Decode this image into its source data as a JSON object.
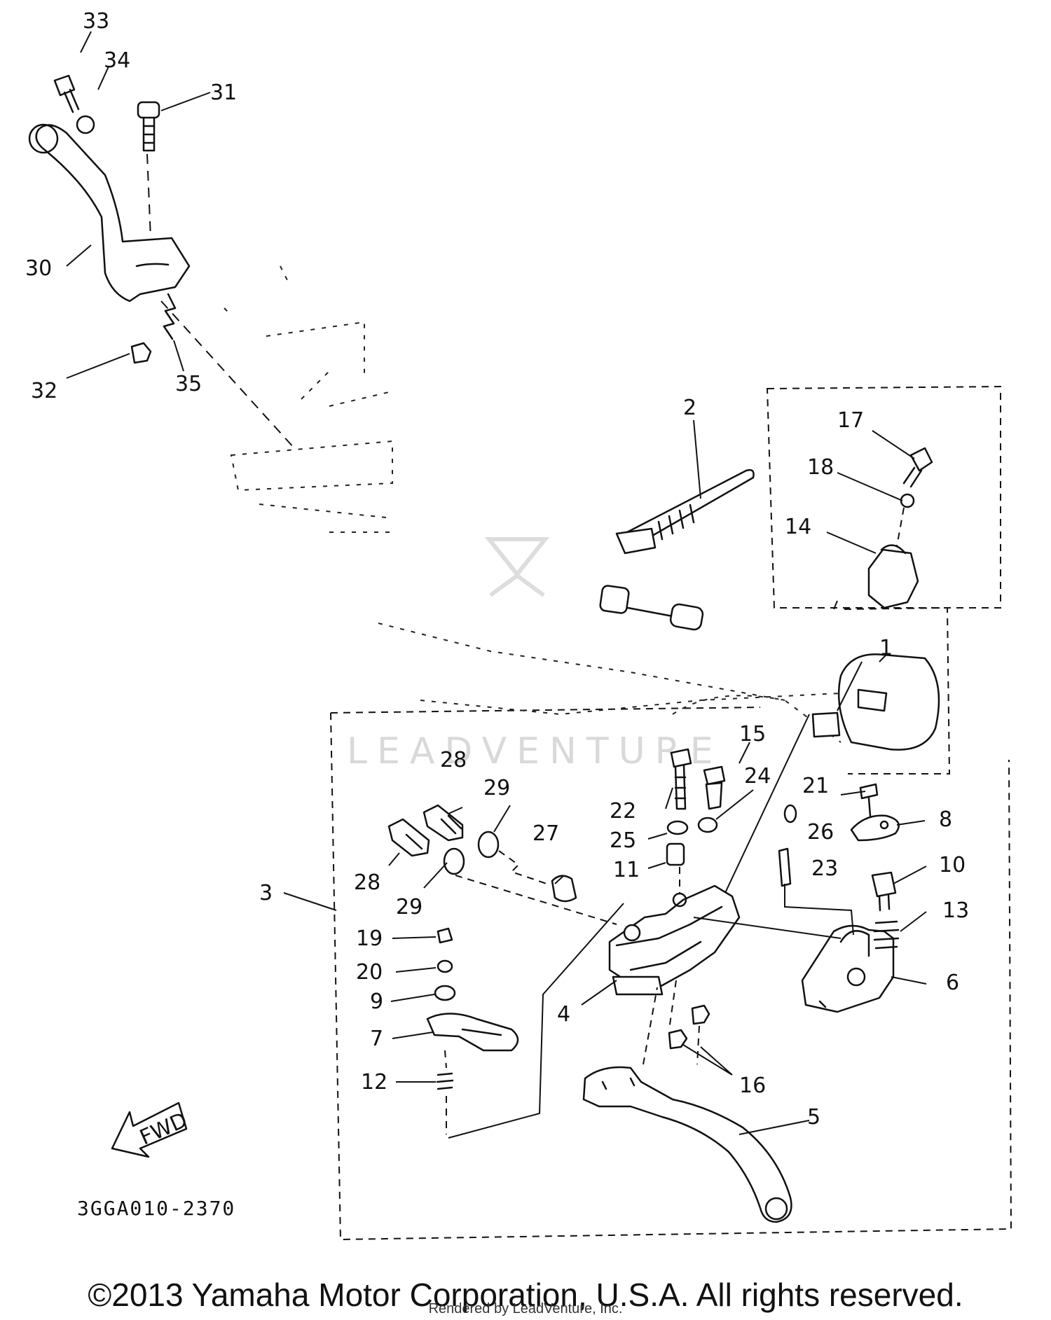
{
  "diagram": {
    "reference_code": "3GGA010-2370",
    "fwd_label": "FWD",
    "watermark": "LEADVENTURE",
    "parts": [
      {
        "num": "1"
      },
      {
        "num": "2"
      },
      {
        "num": "3"
      },
      {
        "num": "4"
      },
      {
        "num": "5"
      },
      {
        "num": "6"
      },
      {
        "num": "7"
      },
      {
        "num": "8"
      },
      {
        "num": "9"
      },
      {
        "num": "10"
      },
      {
        "num": "11"
      },
      {
        "num": "12"
      },
      {
        "num": "13"
      },
      {
        "num": "14"
      },
      {
        "num": "15"
      },
      {
        "num": "16"
      },
      {
        "num": "17"
      },
      {
        "num": "18"
      },
      {
        "num": "19"
      },
      {
        "num": "20"
      },
      {
        "num": "21"
      },
      {
        "num": "22"
      },
      {
        "num": "23"
      },
      {
        "num": "24"
      },
      {
        "num": "25"
      },
      {
        "num": "26"
      },
      {
        "num": "27"
      },
      {
        "num": "28"
      },
      {
        "num": "28"
      },
      {
        "num": "29"
      },
      {
        "num": "29"
      },
      {
        "num": "30"
      },
      {
        "num": "31"
      },
      {
        "num": "32"
      },
      {
        "num": "33"
      },
      {
        "num": "34"
      },
      {
        "num": "35"
      }
    ]
  },
  "footer": {
    "copyright": "©2013 Yamaha Motor Corporation, U.S.A. All rights reserved.",
    "rendered_by": "Rendered by LeadVenture, Inc."
  }
}
